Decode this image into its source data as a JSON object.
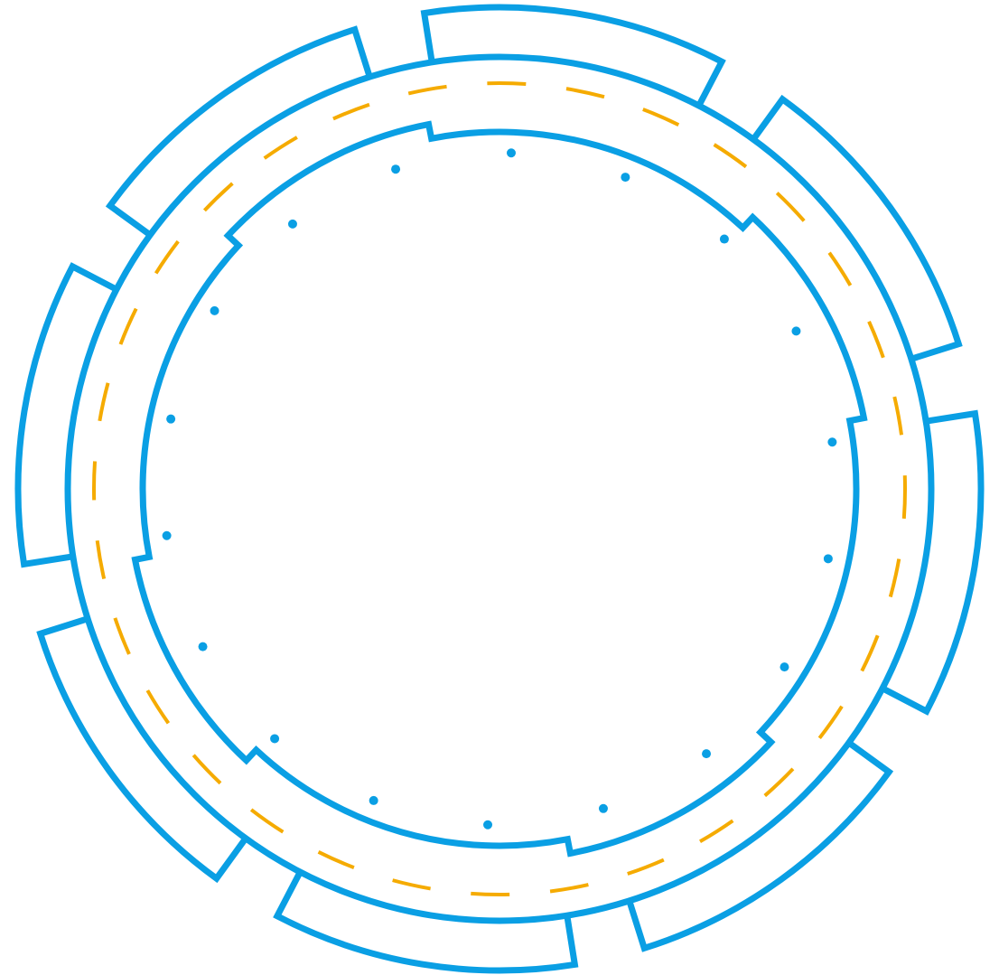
{
  "diagram": {
    "colors": {
      "ring": "#0a9fe4",
      "dashed_ring": "#f5ab00",
      "background": "#ffffff"
    },
    "outer_segments": 8,
    "inner_ring_notches": 4,
    "dots": 18
  }
}
